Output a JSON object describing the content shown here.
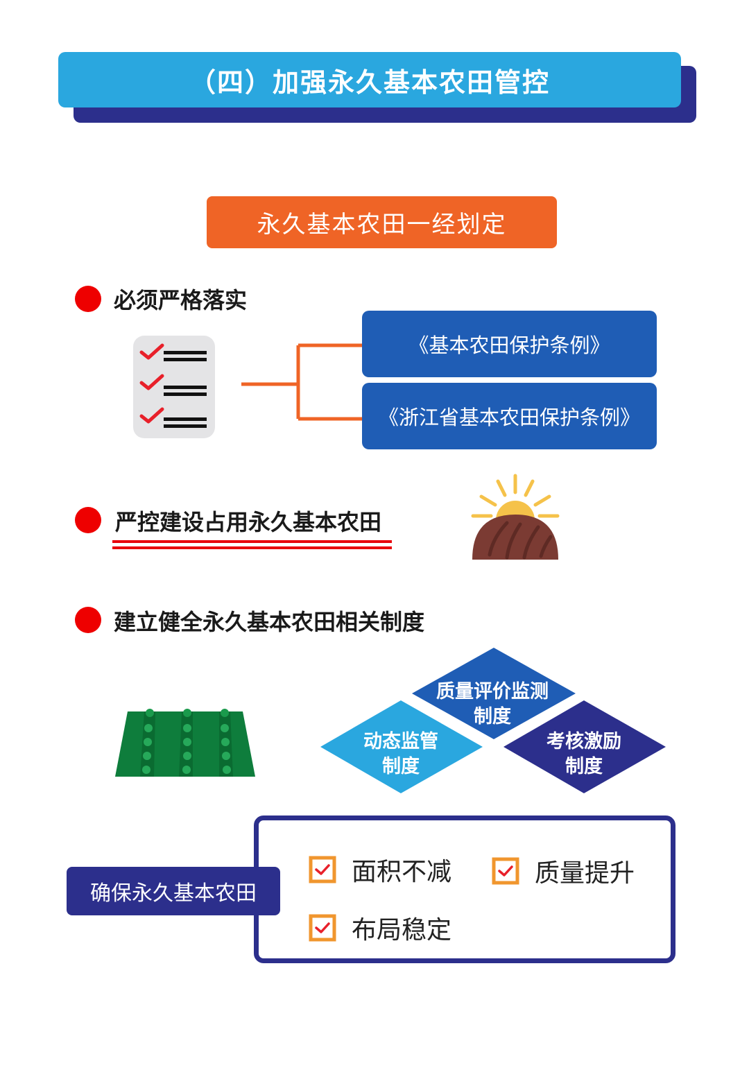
{
  "header": {
    "title": "（四）加强永久基本农田管控"
  },
  "tag": {
    "label": "永久基本农田一经划定"
  },
  "section1": {
    "bullet": "必须严格落实",
    "laws": [
      "《基本农田保护条例》",
      "《浙江省基本农田保护条例》"
    ]
  },
  "section2": {
    "bullet": "严控建设占用永久基本农田"
  },
  "section3": {
    "bullet": "建立健全永久基本农田相关制度",
    "systems": [
      {
        "line1": "质量评价监测",
        "line2": "制度",
        "color": "#1f5db5"
      },
      {
        "line1": "动态监管",
        "line2": "制度",
        "color": "#2aa7df"
      },
      {
        "line1": "考核激励",
        "line2": "制度",
        "color": "#2c2f8c"
      }
    ]
  },
  "ensure": {
    "label": "确保永久基本农田",
    "items": [
      "面积不减",
      "质量提升",
      "布局稳定"
    ]
  },
  "colors": {
    "header": "#2aa7df",
    "header_shadow": "#2c2f8c",
    "tag": "#ef6426",
    "bullet": "#ee0000",
    "law_box": "#1f5db5",
    "check": "#f0962e"
  }
}
